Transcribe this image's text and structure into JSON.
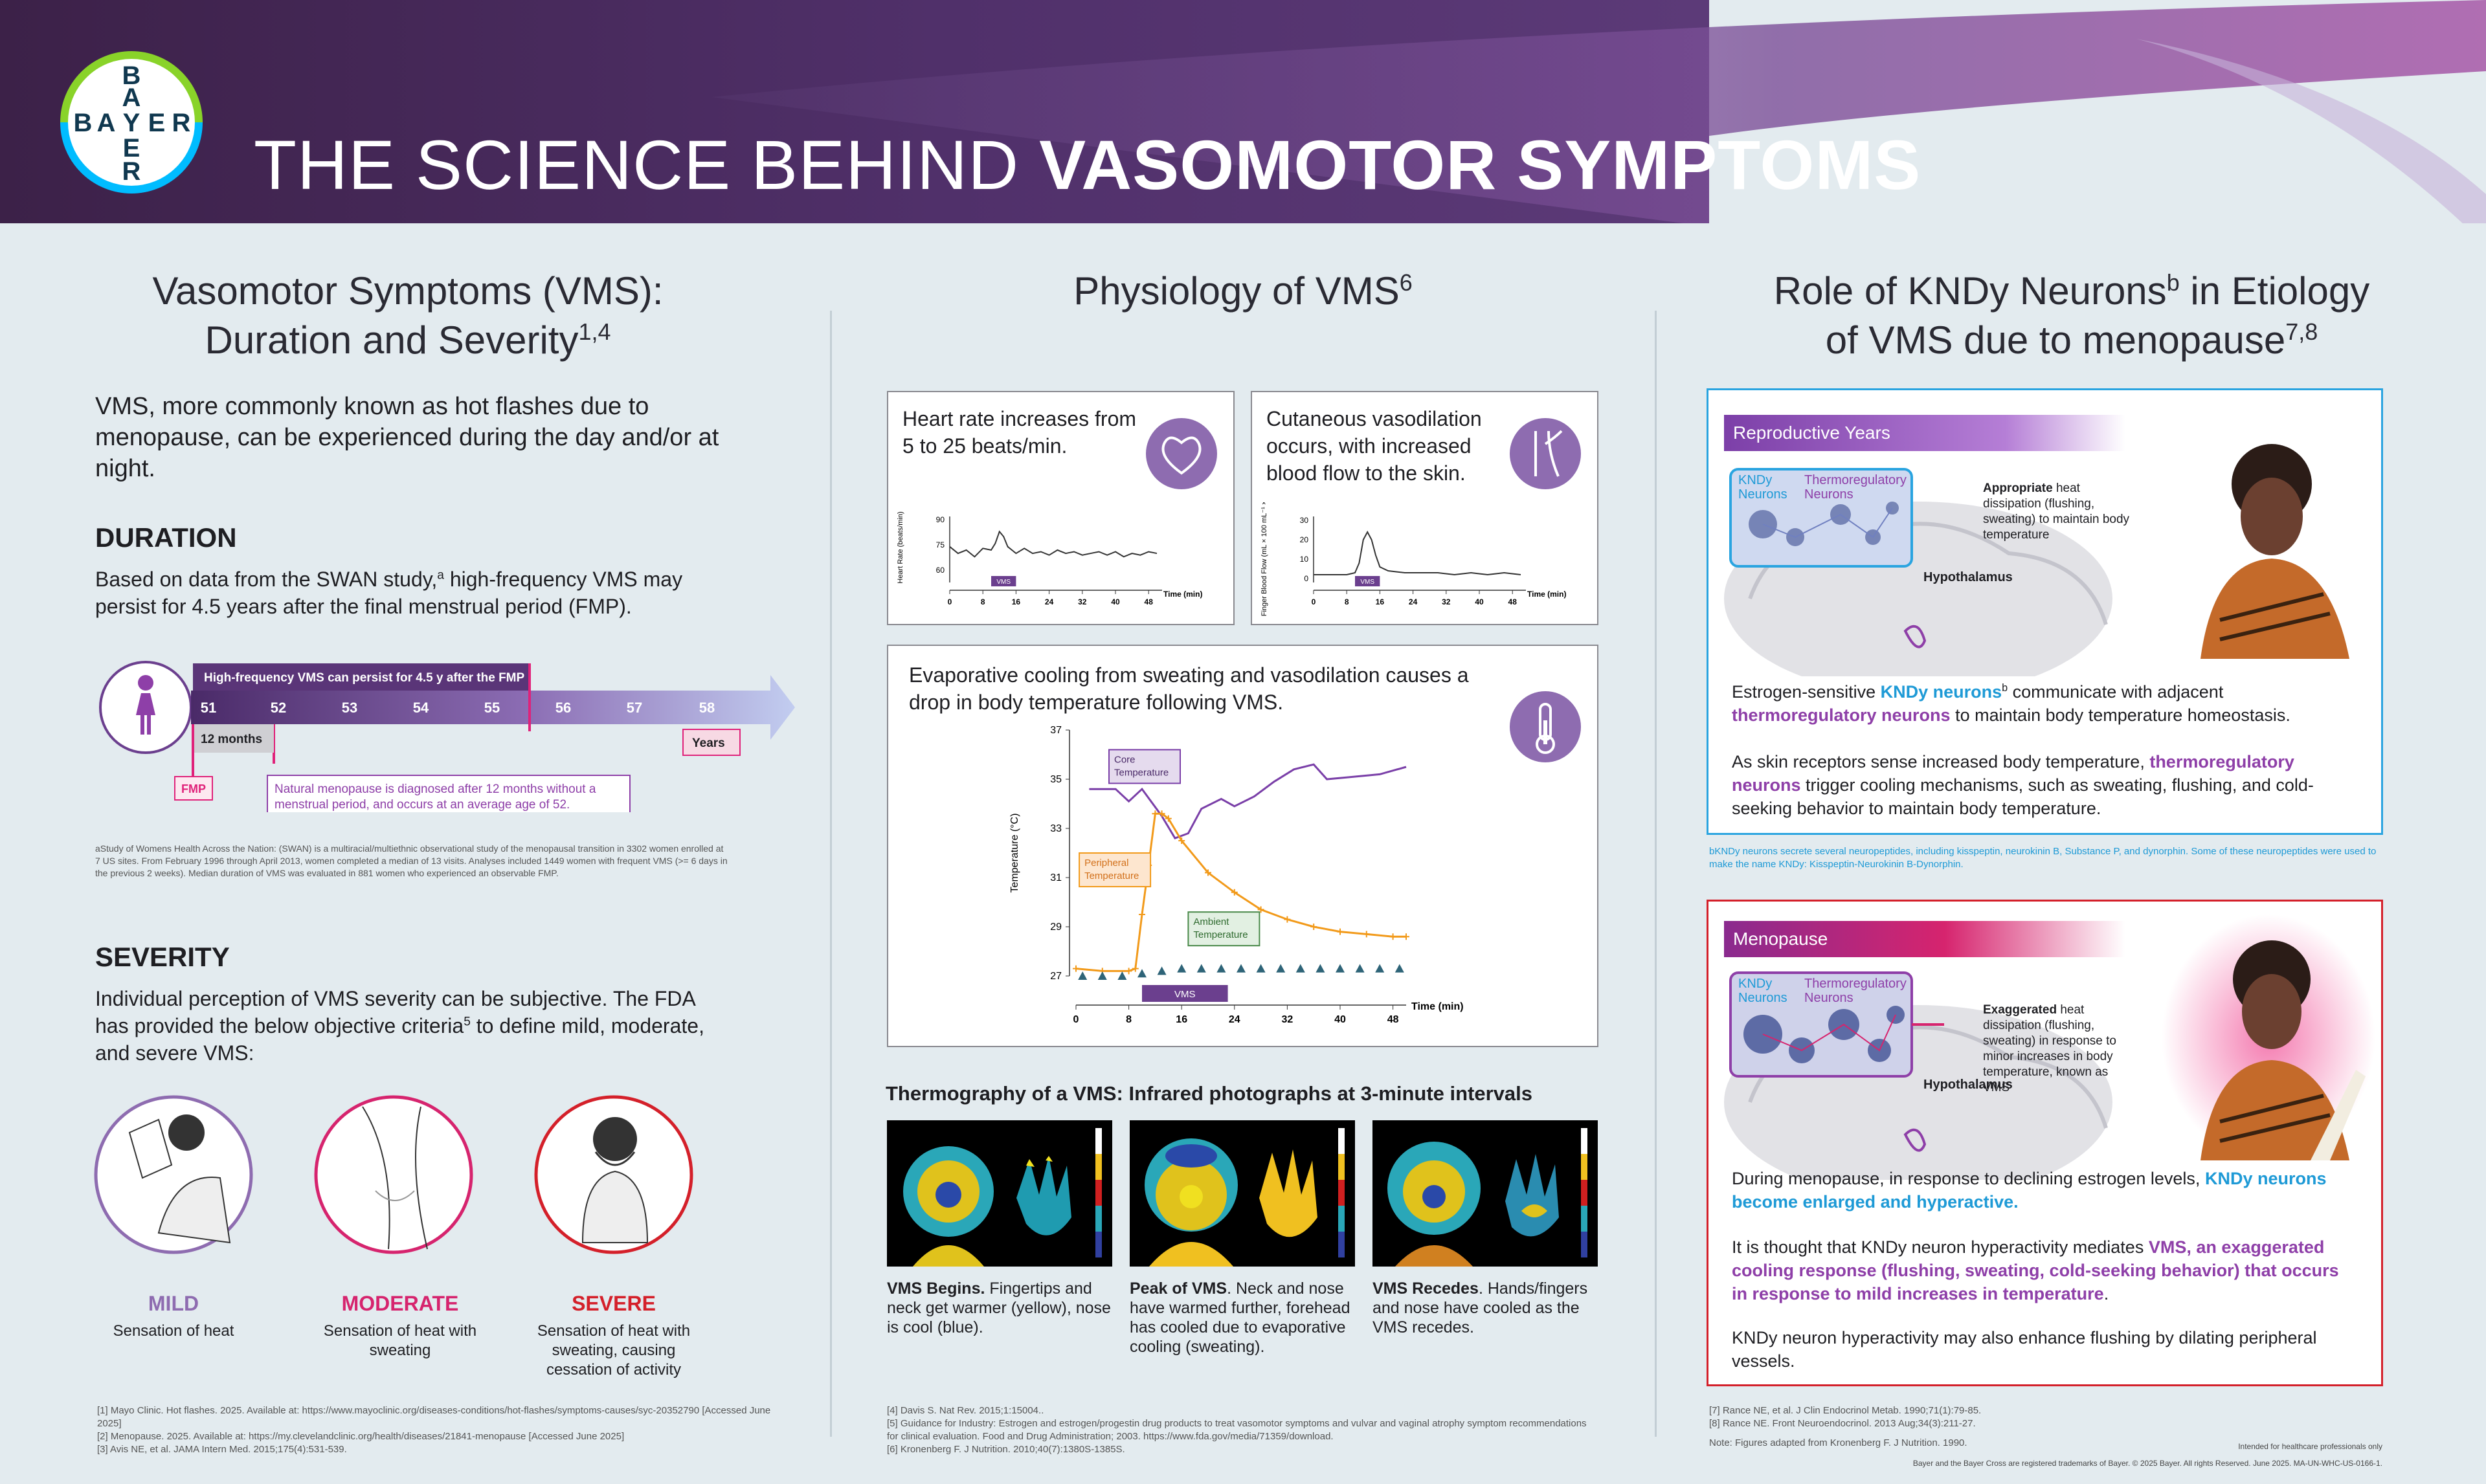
{
  "header": {
    "title_light": "THE SCIENCE BEHIND ",
    "title_bold": "VASOMOTOR SYMPTOMS",
    "logo_letters": [
      "B",
      "A",
      "Y",
      "E",
      "R"
    ]
  },
  "col1": {
    "title_line1": "Vasomotor Symptoms (VMS):",
    "title_line2": "Duration and Severity",
    "title_sup": "1,4",
    "intro": "VMS, more commonly known as hot flashes due to menopause, can be experienced during the day and/or at night.",
    "duration_heading": "DURATION",
    "duration_text_a": "Based on data from the SWAN study,",
    "duration_text_sup": "a",
    "duration_text_b": " high-frequency VMS may persist for 4.5 years after the final menstrual period (FMP).",
    "timeline": {
      "banner": "High-frequency VMS can persist for 4.5 y after the FMP",
      "years": [
        "51",
        "52",
        "53",
        "54",
        "55",
        "56",
        "57",
        "58"
      ],
      "months_label": "12 months",
      "years_label": "Years",
      "fmp_label": "FMP",
      "note": "Natural menopause is diagnosed after 12 months without a menstrual period, and occurs at an average age of 52."
    },
    "footnote": "aStudy of Womens Health Across the Nation: (SWAN) is a multiracial/multiethnic observational study of the menopausal transition in 3302 women enrolled at 7 US sites. From February 1996 through April 2013, women completed a median of 13 visits. Analyses included 1449 women with frequent VMS (>= 6 days in the previous 2 weeks). Median duration of VMS was evaluated in 881 women who experienced an observable FMP.",
    "severity_heading": "SEVERITY",
    "severity_text_a": "Individual perception of VMS severity can be subjective. The FDA has provided the below objective criteria",
    "severity_text_sup": "5",
    "severity_text_b": " to define mild, moderate, and severe VMS:",
    "levels": [
      {
        "label": "MILD",
        "desc": "Sensation of heat",
        "color": "#8e6cb0"
      },
      {
        "label": "MODERATE",
        "desc": "Sensation of heat with sweating",
        "color": "#d6246e"
      },
      {
        "label": "SEVERE",
        "desc": "Sensation of heat with sweating, causing cessation of activity",
        "color": "#d4202a"
      }
    ],
    "refs": [
      "[1] Mayo Clinic. Hot flashes. 2025. Available at: https://www.mayoclinic.org/diseases-conditions/hot-flashes/symptoms-causes/syc-20352790 [Accessed June 2025]",
      "[2] Menopause. 2025. Available at: https://my.clevelandclinic.org/health/diseases/21841-menopause [Accessed June 2025]",
      "[3] Avis NE, et al. JAMA Intern Med. 2015;175(4):531-539."
    ]
  },
  "col2": {
    "title": "Physiology of VMS",
    "title_sup": "6",
    "hr_card": {
      "text": "Heart rate increases from 5 to 25 beats/min.",
      "ylabel": "Heart Rate (beats/min)",
      "yticks": [
        "90",
        "75",
        "60"
      ],
      "xticks": [
        "0",
        "8",
        "16",
        "24",
        "32",
        "40",
        "48"
      ],
      "time_label": "Time (min)",
      "vms_label": "VMS"
    },
    "vaso_card": {
      "text": "Cutaneous vasodilation occurs, with increased blood flow to the skin.",
      "ylabel": "Finger Blood Flow (mL × 100 mL⁻¹ × min⁻¹)",
      "yticks": [
        "30",
        "20",
        "10",
        "0"
      ],
      "xticks": [
        "0",
        "8",
        "16",
        "24",
        "32",
        "40",
        "48"
      ],
      "time_label": "Time (min)",
      "vms_label": "VMS"
    },
    "temp_card": {
      "text": "Evaporative cooling from sweating and vasodilation causes a drop in body temperature following VMS.",
      "ylabel": "Temperature (°C)",
      "yticks": [
        "37",
        "35",
        "33",
        "31",
        "29",
        "27"
      ],
      "xticks": [
        "0",
        "8",
        "16",
        "24",
        "32",
        "40",
        "48"
      ],
      "time_label": "Time (min)",
      "vms_label": "VMS",
      "core_label": "Core Temperature",
      "peripheral_label": "Peripheral Temperature",
      "ambient_label": "Ambient Temperature"
    },
    "thermo_title": "Thermography of a VMS: Infrared photographs at 3-minute intervals",
    "thermo": [
      {
        "bold": "VMS Begins.",
        "text": " Fingertips and neck get warmer (yellow), nose is cool (blue)."
      },
      {
        "bold": "Peak of VMS",
        "text": ". Neck and nose have warmed further, forehead has cooled due to evaporative cooling (sweating)."
      },
      {
        "bold": "VMS Recedes",
        "text": ". Hands/fingers and nose have cooled as the VMS recedes."
      }
    ],
    "refs": [
      "[4] Davis S. Nat Rev. 2015;1:15004..",
      "[5] Guidance for Industry: Estrogen and estrogen/progestin drug products to treat vasomotor symptoms and vulvar and vaginal atrophy symptom recommendations for clinical evaluation. Food and Drug Administration; 2003. https://www.fda.gov/media/71359/download.",
      "[6] Kronenberg F. J Nutrition. 2010;40(7):1380S-1385S."
    ]
  },
  "col3": {
    "title_line1a": "Role of KNDy Neurons",
    "title_line1_sup": "b",
    "title_line1b": " in Etiology",
    "title_line2": "of VMS due to menopause",
    "title_line2_sup": "7,8",
    "repro": {
      "heading": "Reproductive Years",
      "kndy_label": "KNDy Neurons",
      "thermo_label": "Thermoregulatory Neurons",
      "hypo_label": "Hypothalamus",
      "side_bold": "Appropriate",
      "side_text": " heat dissipation (flushing, sweating) to maintain body temperature",
      "p1_a": "Estrogen-sensitive ",
      "p1_b": "KNDy neurons",
      "p1_sup": "b",
      "p1_c": " communicate with adjacent ",
      "p1_d": "thermoregulatory neurons",
      "p1_e": " to maintain body temperature homeostasis.",
      "p2_a": "As skin receptors sense increased body temperature, ",
      "p2_b": "thermoregulatory neurons",
      "p2_c": " trigger cooling mechanisms, such as sweating, flushing, and cold-seeking behavior to maintain body temperature."
    },
    "kndy_footnote": "bKNDy neurons secrete several neuropeptides, including kisspeptin, neurokinin B, Substance P, and dynorphin. Some of these neuropeptides were used to make the name KNDy: Kisspeptin-Neurokinin B-Dynorphin.",
    "meno": {
      "heading": "Menopause",
      "kndy_label": "KNDy Neurons",
      "thermo_label": "Thermoregulatory Neurons",
      "hypo_label": "Hypothalamus",
      "side_bold": "Exaggerated",
      "side_text": " heat dissipation (flushing, sweating) in response to minor increases in body temperature, known as VMS",
      "p1_a": "During menopause, in response to declining estrogen levels, ",
      "p1_b": "KNDy neurons become enlarged and hyperactive.",
      "p2_a": "It is thought that KNDy neuron hyperactivity mediates ",
      "p2_b": "VMS, an exaggerated cooling response (flushing, sweating, cold-seeking behavior) that occurs in response to mild increases in temperature",
      "p2_c": ".",
      "p3": "KNDy neuron hyperactivity may also enhance flushing by dilating peripheral vessels."
    },
    "refs": [
      "[7] Rance NE, et al. J Clin Endocrinol Metab. 1990;71(1):79-85.",
      "[8] Rance NE. Front Neuroendocrinol. 2013 Aug;34(3):211-27.",
      "Note: Figures adapted from Kronenberg F. J Nutrition. 1990."
    ],
    "legal1": "Intended for healthcare professionals only",
    "legal2": "Bayer and the Bayer Cross are registered trademarks of Bayer. © 2025 Bayer. All rights Reserved. June 2025. MA-UN-WHC-US-0166-1."
  },
  "chart_data": [
    {
      "type": "line",
      "title": "Heart rate increases from 5 to 25 beats/min.",
      "xlabel": "Time (min)",
      "ylabel": "Heart Rate (beats/min)",
      "xlim": [
        0,
        50
      ],
      "ylim": [
        60,
        90
      ],
      "series": [
        {
          "values": [
            [
              0,
              74
            ],
            [
              2,
              70
            ],
            [
              4,
              72
            ],
            [
              6,
              68
            ],
            [
              8,
              73
            ],
            [
              10,
              72
            ],
            [
              11,
              76
            ],
            [
              12,
              83
            ],
            [
              13,
              80
            ],
            [
              14,
              74
            ],
            [
              15,
              72
            ],
            [
              16,
              70
            ],
            [
              18,
              73
            ],
            [
              20,
              70
            ],
            [
              22,
              71
            ],
            [
              24,
              69
            ],
            [
              26,
              72
            ],
            [
              28,
              70
            ],
            [
              30,
              71
            ],
            [
              32,
              69
            ],
            [
              34,
              70
            ],
            [
              36,
              71
            ],
            [
              38,
              69
            ],
            [
              40,
              71
            ],
            [
              42,
              68
            ],
            [
              44,
              70
            ],
            [
              46,
              69
            ],
            [
              48,
              71
            ],
            [
              50,
              70
            ]
          ]
        }
      ]
    },
    {
      "type": "line",
      "title": "Cutaneous vasodilation occurs, with increased blood flow to the skin.",
      "xlabel": "Time (min)",
      "ylabel": "Finger Blood Flow",
      "xlim": [
        0,
        50
      ],
      "ylim": [
        0,
        30
      ],
      "series": [
        {
          "values": [
            [
              0,
              2
            ],
            [
              4,
              2
            ],
            [
              8,
              2
            ],
            [
              10,
              3
            ],
            [
              11,
              8
            ],
            [
              12,
              20
            ],
            [
              13,
              24
            ],
            [
              14,
              20
            ],
            [
              15,
              12
            ],
            [
              16,
              6
            ],
            [
              18,
              4
            ],
            [
              22,
              3
            ],
            [
              26,
              3
            ],
            [
              30,
              3
            ],
            [
              34,
              2
            ],
            [
              38,
              3
            ],
            [
              42,
              2
            ],
            [
              46,
              3
            ],
            [
              50,
              2
            ]
          ]
        }
      ]
    },
    {
      "type": "line",
      "title": "Evaporative cooling from sweating and vasodilation causes a drop in body temperature following VMS.",
      "xlabel": "Time (min)",
      "ylabel": "Temperature (°C)",
      "xlim": [
        0,
        50
      ],
      "ylim": [
        27,
        37
      ],
      "series": [
        {
          "name": "Core Temperature",
          "values": [
            [
              2,
              34.6
            ],
            [
              6,
              34.6
            ],
            [
              8,
              34.1
            ],
            [
              10,
              34.6
            ],
            [
              13,
              33.5
            ],
            [
              15,
              32.6
            ],
            [
              17,
              32.8
            ],
            [
              19,
              33.8
            ],
            [
              22,
              34.2
            ],
            [
              24,
              33.9
            ],
            [
              27,
              34.3
            ],
            [
              30,
              34.9
            ],
            [
              33,
              35.4
            ],
            [
              36,
              35.6
            ],
            [
              38,
              35.0
            ],
            [
              42,
              35.1
            ],
            [
              46,
              35.2
            ],
            [
              50,
              35.5
            ]
          ]
        },
        {
          "name": "Peripheral Temperature",
          "values": [
            [
              0,
              27.3
            ],
            [
              4,
              27.2
            ],
            [
              8,
              27.2
            ],
            [
              9,
              27.3
            ],
            [
              10,
              29.5
            ],
            [
              11,
              31.5
            ],
            [
              12,
              33.6
            ],
            [
              13,
              33.6
            ],
            [
              14,
              33.4
            ],
            [
              16,
              32.5
            ],
            [
              20,
              31.2
            ],
            [
              24,
              30.4
            ],
            [
              28,
              29.7
            ],
            [
              32,
              29.3
            ],
            [
              36,
              29.0
            ],
            [
              40,
              28.8
            ],
            [
              44,
              28.7
            ],
            [
              48,
              28.6
            ],
            [
              50,
              28.6
            ]
          ]
        },
        {
          "name": "Ambient Temperature",
          "values": [
            [
              1,
              27.0
            ],
            [
              4,
              27.0
            ],
            [
              7,
              27.0
            ],
            [
              10,
              27.1
            ],
            [
              13,
              27.2
            ],
            [
              16,
              27.3
            ],
            [
              19,
              27.3
            ],
            [
              22,
              27.3
            ],
            [
              25,
              27.3
            ],
            [
              28,
              27.3
            ],
            [
              31,
              27.3
            ],
            [
              34,
              27.3
            ],
            [
              37,
              27.3
            ],
            [
              40,
              27.3
            ],
            [
              43,
              27.3
            ],
            [
              46,
              27.3
            ],
            [
              49,
              27.3
            ]
          ]
        }
      ],
      "legend_placement": "inline labels"
    }
  ]
}
